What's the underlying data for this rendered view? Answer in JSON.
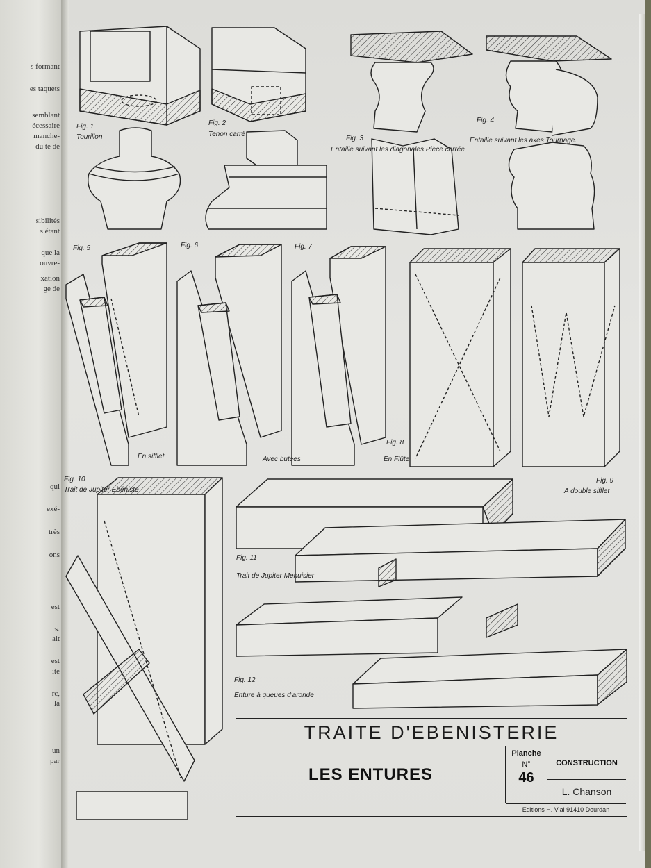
{
  "left_page_fragments": [
    "s formant",
    "es taquets",
    "semblant",
    "écessaire",
    "manche-",
    "du té de",
    "sibilités",
    "s étant",
    "que la",
    "ouvre-",
    "xation",
    "ge de",
    "qui",
    "exé-",
    "très",
    "ons",
    "est",
    "rs.",
    "ait",
    "est",
    "ite",
    "rc,",
    "la",
    "un",
    "par"
  ],
  "figures": [
    {
      "id": "fig1",
      "caption": "Fig. 1",
      "note": "Tourillon"
    },
    {
      "id": "fig2",
      "caption": "Fig. 2",
      "note": "Tenon carré"
    },
    {
      "id": "fig3",
      "caption": "Fig. 3",
      "note": "Entaille suivant les diagonales Pièce carrée"
    },
    {
      "id": "fig4",
      "caption": "Fig. 4",
      "note": "Entaille suivant les axes Tournage."
    },
    {
      "id": "fig5",
      "caption": "Fig. 5",
      "note": "En sifflet"
    },
    {
      "id": "fig6",
      "caption": "Fig. 6",
      "note": "Avec butées"
    },
    {
      "id": "fig7",
      "caption": "Fig. 7",
      "note": ""
    },
    {
      "id": "fig8",
      "caption": "Fig. 8",
      "note": "En Flûte"
    },
    {
      "id": "fig9",
      "caption": "Fig. 9",
      "note": "A double sifflet"
    },
    {
      "id": "fig10",
      "caption": "Fig. 10",
      "note": "Trait de Jupiter Ebéniste"
    },
    {
      "id": "fig11",
      "caption": "Fig. 11",
      "note": "Trait de Jupiter Menuisier"
    },
    {
      "id": "fig12",
      "caption": "Fig. 12",
      "note": "Enture à queues d'aronde"
    }
  ],
  "title_block": {
    "series_title": "TRAITE D'EBENISTERIE",
    "plate_title": "LES ENTURES",
    "planche_label": "Planche",
    "number_label": "N°",
    "number": "46",
    "category": "CONSTRUCTION",
    "author": "L. Chanson",
    "publisher": "Editions H. Vial 91410 Dourdan"
  }
}
